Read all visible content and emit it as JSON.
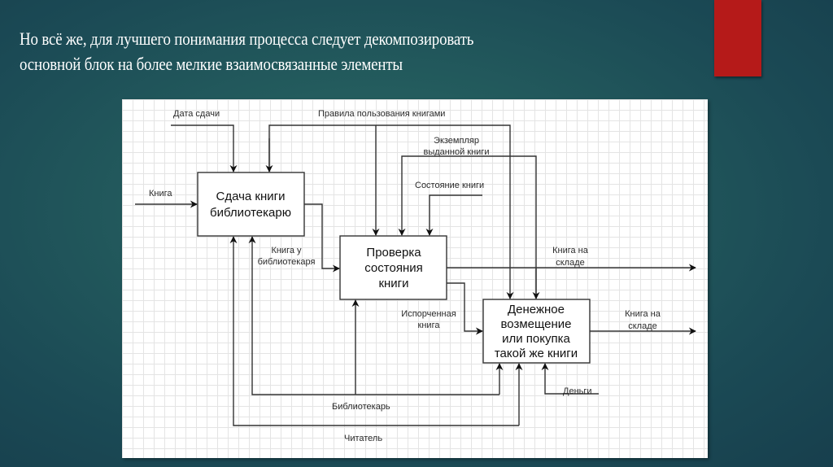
{
  "slide": {
    "title_lines": [
      "Но всё же, для лучшего понимания процесса следует декомпозировать",
      "основной блок на более мелкие взаимосвязанные элементы"
    ],
    "accent_color": "#b51a19"
  },
  "diagram": {
    "type": "IDEF0 decomposition",
    "blocks": [
      {
        "id": "A1",
        "lines": [
          "Сдача книги",
          "библиотекарю"
        ]
      },
      {
        "id": "A2",
        "lines": [
          "Проверка",
          "состояния",
          "книги"
        ]
      },
      {
        "id": "A3",
        "lines": [
          "Денежное",
          "возмещение",
          "или покупка",
          "такой же книги"
        ]
      }
    ],
    "arrows": {
      "input_book": [
        "Книга"
      ],
      "control_date": [
        "Дата сдачи"
      ],
      "control_rules": [
        "Правила пользования книгами"
      ],
      "control_copy": [
        "Экземпляр",
        "выданной книги"
      ],
      "control_state": [
        "Состояние книги"
      ],
      "book_at_librarian": [
        "Книга у",
        "библиотекаря"
      ],
      "output_warehouse_1": [
        "Книга на",
        "складе"
      ],
      "spoiled_book": [
        "Испорченная",
        "книга"
      ],
      "output_warehouse_2": [
        "Книга на",
        "складе"
      ],
      "mechanism_money": [
        "Деньги"
      ],
      "mechanism_librarian": [
        "Библиотекарь"
      ],
      "mechanism_reader": [
        "Читатель"
      ]
    }
  }
}
